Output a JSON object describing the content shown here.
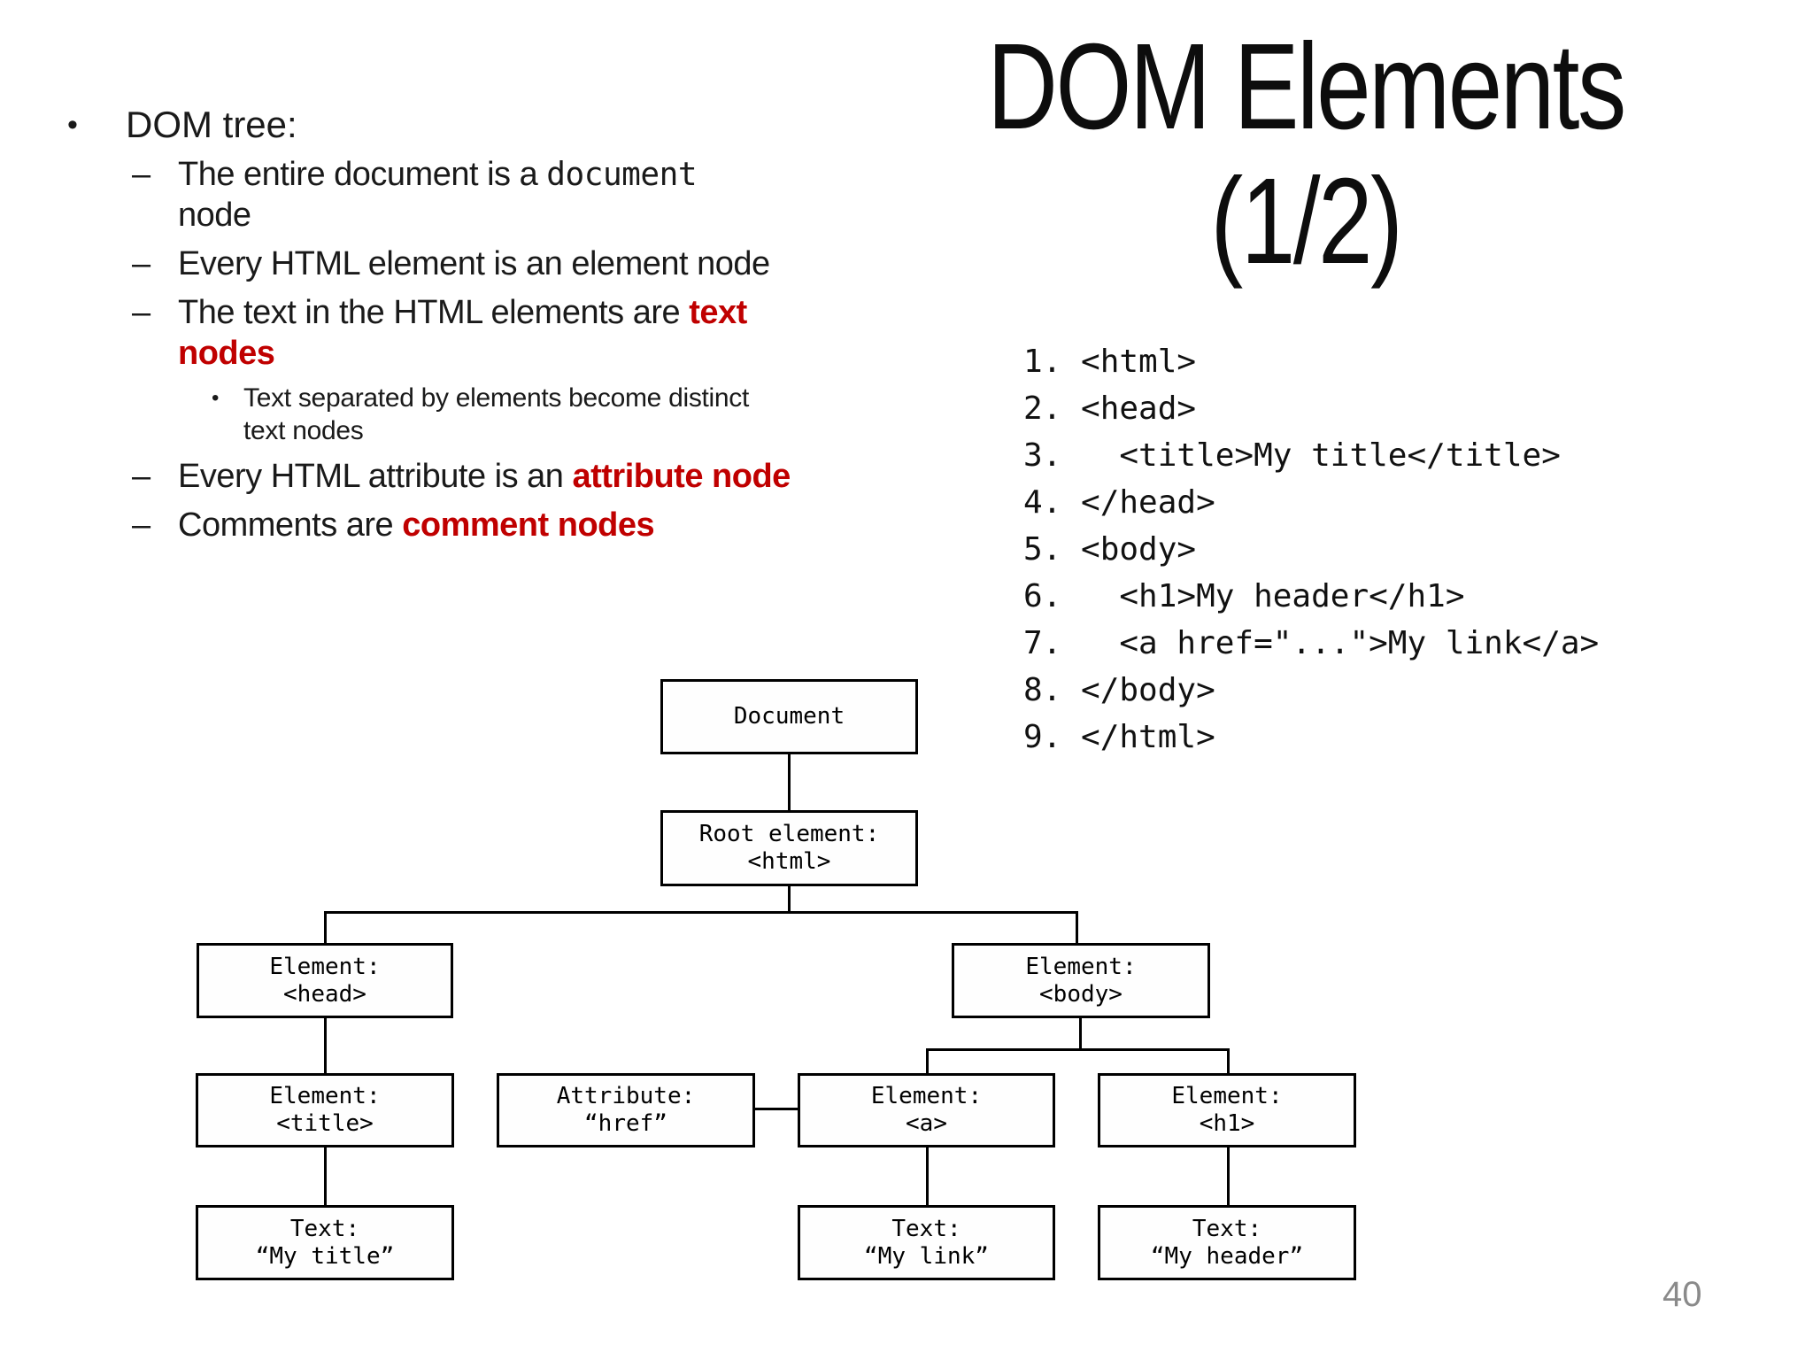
{
  "slide": {
    "title_line1": "DOM Elements",
    "title_line2": "(1/2)",
    "page_number": "40"
  },
  "colors": {
    "accent_red": "#C00000",
    "text_black": "#1a1a1a",
    "page_number_gray": "#8a8a8a"
  },
  "chars": {
    "bullet_level1": "•",
    "dash_level2": "–",
    "bullet_level3": "•"
  },
  "bullets": {
    "heading": "DOM tree:",
    "i1": {
      "r1": "The entire document is a ",
      "code": "document",
      "r3": " node"
    },
    "i2": {
      "r1": "Every HTML element is an element node"
    },
    "i3": {
      "r1": "The text in the HTML elements are ",
      "em": "text nodes"
    },
    "i3sub": {
      "r1": "Text separated by elements become distinct text nodes"
    },
    "i4": {
      "r1": "Every HTML attribute is an ",
      "em": "attribute node"
    },
    "i5": {
      "r1": "Comments are ",
      "em": "comment nodes"
    }
  },
  "code_listing": {
    "lines": [
      "1. <html>",
      "2. <head>",
      "3.   <title>My title</title>",
      "4. </head>",
      "5. <body>",
      "6.   <h1>My header</h1>",
      "7.   <a href=\"...\">My link</a>",
      "8. </body>",
      "9. </html>"
    ]
  },
  "tree": {
    "document": {
      "line1": "Document"
    },
    "root": {
      "line1": "Root element:",
      "line2": "<html>"
    },
    "head": {
      "line1": "Element:",
      "line2": "<head>"
    },
    "body": {
      "line1": "Element:",
      "line2": "<body>"
    },
    "title_el": {
      "line1": "Element:",
      "line2": "<title>"
    },
    "attribute": {
      "line1": "Attribute:",
      "line2": "“href”"
    },
    "anchor": {
      "line1": "Element:",
      "line2": "<a>"
    },
    "h1_el": {
      "line1": "Element:",
      "line2": "<h1>"
    },
    "text_title": {
      "line1": "Text:",
      "line2": "“My title”"
    },
    "text_link": {
      "line1": "Text:",
      "line2": "“My link”"
    },
    "text_header": {
      "line1": "Text:",
      "line2": "“My header”"
    }
  }
}
